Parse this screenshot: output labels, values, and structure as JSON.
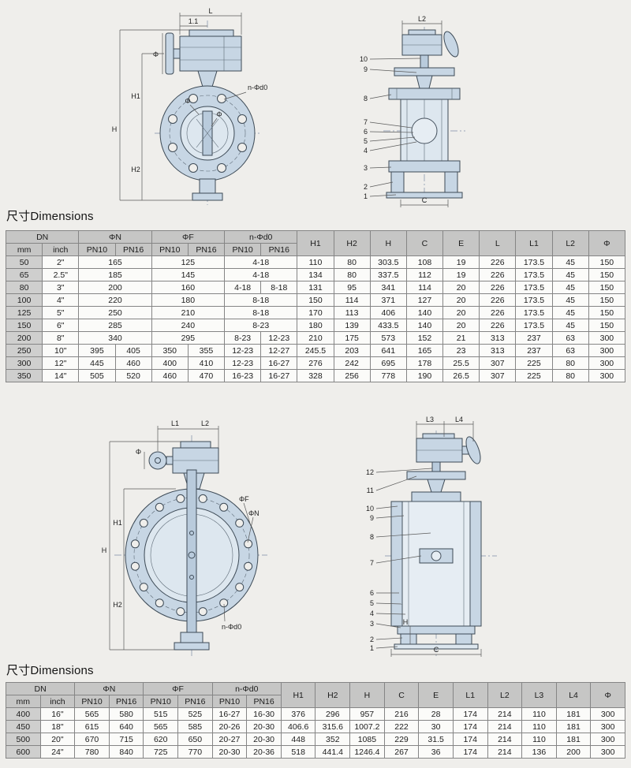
{
  "sections": {
    "heading1": "尺寸Dimensions",
    "heading2": "尺寸Dimensions"
  },
  "drawings": {
    "front_view_small": {
      "dims": {
        "l": "L",
        "l1": "1.1",
        "phi": "Φ",
        "h": "H",
        "h1": "H1",
        "h2": "H2",
        "n_phi_d0": "n-Φd0",
        "phi_a": "Φ",
        "phi_b": "Φ"
      }
    },
    "side_view_small": {
      "dims": {
        "l2": "L2",
        "c": "C"
      },
      "parts": [
        "10",
        "9",
        "8",
        "7",
        "6",
        "5",
        "4",
        "3",
        "2",
        "1"
      ]
    },
    "front_view_large": {
      "dims": {
        "l1": "L1",
        "l2": "L2",
        "phi": "Φ",
        "h": "H",
        "h1": "H1",
        "h2": "H2",
        "phi_f": "ΦF",
        "phi_n": "ΦN",
        "n_phi_d0": "n-Φd0"
      }
    },
    "side_view_large": {
      "dims": {
        "l3": "L3",
        "l4": "L4",
        "h": "H",
        "c": "C"
      },
      "parts": [
        "12",
        "11",
        "10",
        "9",
        "8",
        "7",
        "6",
        "5",
        "4",
        "3",
        "2",
        "1"
      ]
    }
  },
  "table1": {
    "group_headers": [
      {
        "label": "DN",
        "span": 2
      },
      {
        "label": "ΦN",
        "span": 2
      },
      {
        "label": "ΦF",
        "span": 2
      },
      {
        "label": "n-Φd0",
        "span": 2
      },
      {
        "label": "H1"
      },
      {
        "label": "H2"
      },
      {
        "label": "H"
      },
      {
        "label": "C"
      },
      {
        "label": "E"
      },
      {
        "label": "L"
      },
      {
        "label": "L1"
      },
      {
        "label": "L2"
      },
      {
        "label": "Φ"
      }
    ],
    "sub_headers": [
      "mm",
      "inch",
      "PN10",
      "PN16",
      "PN10",
      "PN16",
      "PN10",
      "PN16"
    ],
    "rows": [
      [
        "50",
        "2\"",
        {
          "t": "165",
          "c": 2
        },
        {
          "t": "125",
          "c": 2
        },
        {
          "t": "4-18",
          "c": 2
        },
        "110",
        "80",
        "303.5",
        "108",
        "19",
        "226",
        "173.5",
        "45",
        "150"
      ],
      [
        "65",
        "2.5\"",
        {
          "t": "185",
          "c": 2
        },
        {
          "t": "145",
          "c": 2
        },
        {
          "t": "4-18",
          "c": 2
        },
        "134",
        "80",
        "337.5",
        "112",
        "19",
        "226",
        "173.5",
        "45",
        "150"
      ],
      [
        "80",
        "3\"",
        {
          "t": "200",
          "c": 2
        },
        {
          "t": "160",
          "c": 2
        },
        "4-18",
        "8-18",
        "131",
        "95",
        "341",
        "114",
        "20",
        "226",
        "173.5",
        "45",
        "150"
      ],
      [
        "100",
        "4\"",
        {
          "t": "220",
          "c": 2
        },
        {
          "t": "180",
          "c": 2
        },
        {
          "t": "8-18",
          "c": 2
        },
        "150",
        "114",
        "371",
        "127",
        "20",
        "226",
        "173.5",
        "45",
        "150"
      ],
      [
        "125",
        "5\"",
        {
          "t": "250",
          "c": 2
        },
        {
          "t": "210",
          "c": 2
        },
        {
          "t": "8-18",
          "c": 2
        },
        "170",
        "113",
        "406",
        "140",
        "20",
        "226",
        "173.5",
        "45",
        "150"
      ],
      [
        "150",
        "6\"",
        {
          "t": "285",
          "c": 2
        },
        {
          "t": "240",
          "c": 2
        },
        {
          "t": "8-23",
          "c": 2
        },
        "180",
        "139",
        "433.5",
        "140",
        "20",
        "226",
        "173.5",
        "45",
        "150"
      ],
      [
        "200",
        "8\"",
        {
          "t": "340",
          "c": 2
        },
        {
          "t": "295",
          "c": 2
        },
        "8-23",
        "12-23",
        "210",
        "175",
        "573",
        "152",
        "21",
        "313",
        "237",
        "63",
        "300"
      ],
      [
        "250",
        "10\"",
        "395",
        "405",
        "350",
        "355",
        "12-23",
        "12-27",
        "245.5",
        "203",
        "641",
        "165",
        "23",
        "313",
        "237",
        "63",
        "300"
      ],
      [
        "300",
        "12\"",
        "445",
        "460",
        "400",
        "410",
        "12-23",
        "16-27",
        "276",
        "242",
        "695",
        "178",
        "25.5",
        "307",
        "225",
        "80",
        "300"
      ],
      [
        "350",
        "14\"",
        "505",
        "520",
        "460",
        "470",
        "16-23",
        "16-27",
        "328",
        "256",
        "778",
        "190",
        "26.5",
        "307",
        "225",
        "80",
        "300"
      ]
    ]
  },
  "table2": {
    "group_headers": [
      {
        "label": "DN",
        "span": 2
      },
      {
        "label": "ΦN",
        "span": 2
      },
      {
        "label": "ΦF",
        "span": 2
      },
      {
        "label": "n-Φd0",
        "span": 2
      },
      {
        "label": "H1"
      },
      {
        "label": "H2"
      },
      {
        "label": "H"
      },
      {
        "label": "C"
      },
      {
        "label": "E"
      },
      {
        "label": "L1"
      },
      {
        "label": "L2"
      },
      {
        "label": "L3"
      },
      {
        "label": "L4"
      },
      {
        "label": "Φ"
      }
    ],
    "sub_headers": [
      "mm",
      "inch",
      "PN10",
      "PN16",
      "PN10",
      "PN16",
      "PN10",
      "PN16"
    ],
    "rows": [
      [
        "400",
        "16\"",
        "565",
        "580",
        "515",
        "525",
        "16-27",
        "16-30",
        "376",
        "296",
        "957",
        "216",
        "28",
        "174",
        "214",
        "110",
        "181",
        "300"
      ],
      [
        "450",
        "18\"",
        "615",
        "640",
        "565",
        "585",
        "20-26",
        "20-30",
        "406.6",
        "315.6",
        "1007.2",
        "222",
        "30",
        "174",
        "214",
        "110",
        "181",
        "300"
      ],
      [
        "500",
        "20\"",
        "670",
        "715",
        "620",
        "650",
        "20-27",
        "20-30",
        "448",
        "352",
        "1085",
        "229",
        "31.5",
        "174",
        "214",
        "110",
        "181",
        "300"
      ],
      [
        "600",
        "24\"",
        "780",
        "840",
        "725",
        "770",
        "20-30",
        "20-36",
        "518",
        "441.4",
        "1246.4",
        "267",
        "36",
        "174",
        "214",
        "136",
        "200",
        "300"
      ]
    ]
  }
}
